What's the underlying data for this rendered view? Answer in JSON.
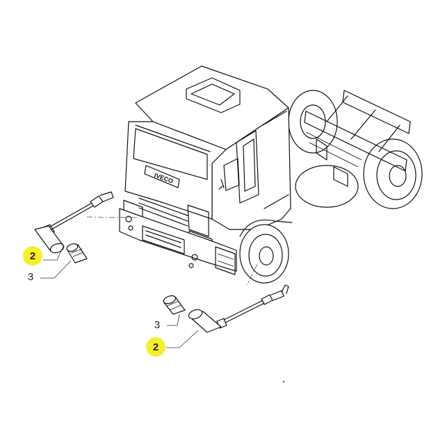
{
  "diagram": {
    "truck_brand": "IVECO",
    "callouts": [
      {
        "id": "c1",
        "label": "2",
        "highlight_color": "#f5ef2a"
      },
      {
        "id": "c2",
        "label": "3",
        "highlight_color": ""
      },
      {
        "id": "c3",
        "label": "3",
        "highlight_color": ""
      },
      {
        "id": "c4",
        "label": "2",
        "highlight_color": "#f5ef2a"
      }
    ]
  }
}
